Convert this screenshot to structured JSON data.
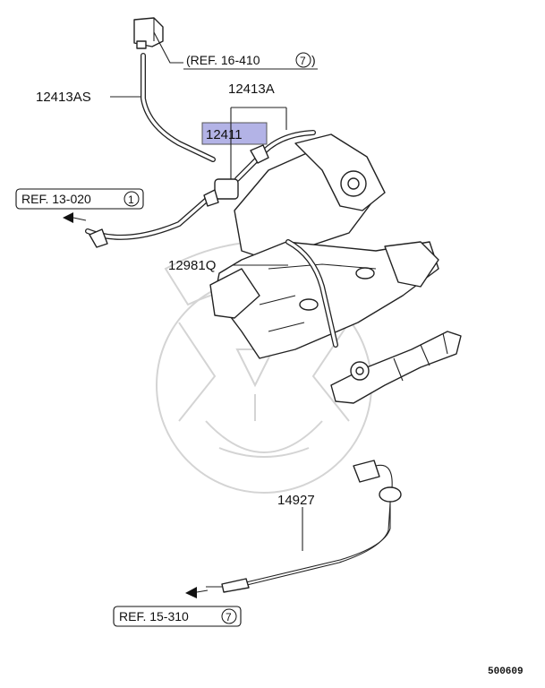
{
  "diagram": {
    "labels": {
      "hose_12413as": "12413AS",
      "hose_12413a": "12413A",
      "pipe_12411": "12411",
      "hose_12981q": "12981Q",
      "sensor_14927": "14927"
    },
    "references": [
      {
        "text": "(REF. 16-410",
        "circled": "7",
        "close": ")"
      },
      {
        "text": "REF. 13-020",
        "circled": "1"
      },
      {
        "text": "REF. 15-310",
        "circled": "7"
      }
    ],
    "diagram_code": "500609",
    "highlight_color": "#b3b3e6"
  }
}
